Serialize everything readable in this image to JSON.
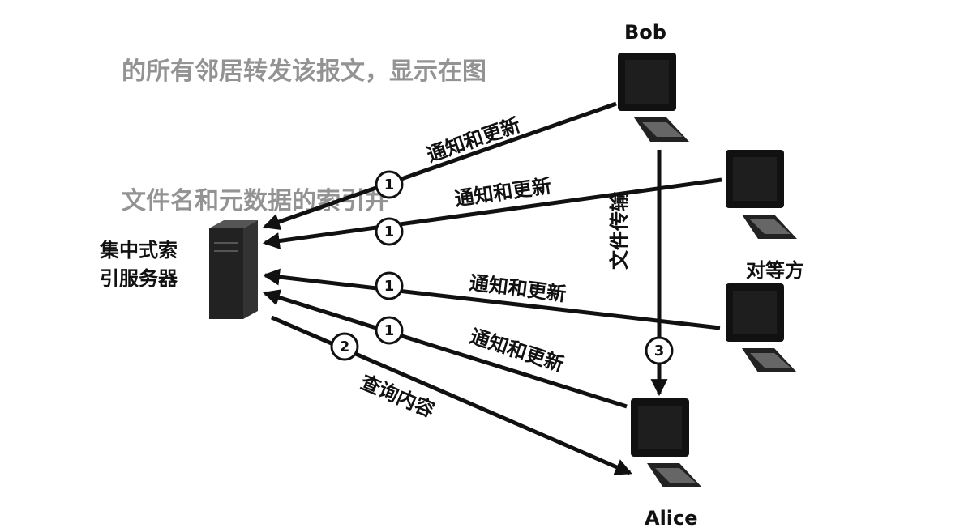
{
  "nodes": {
    "server": {
      "label_line1": "集中式索",
      "label_line2": "引服务器"
    },
    "bob": {
      "label": "Bob"
    },
    "peers": {
      "label": "对等方"
    },
    "alice": {
      "label": "Alice"
    }
  },
  "edges": {
    "notify_label": "通知和更新",
    "query_label": "查询内容",
    "transfer_label": "文件传输",
    "step_notify": "1",
    "step_query": "2",
    "step_transfer": "3"
  },
  "background_text": [
    "的所有邻居转发该报文，显示在图",
    "文件名和元数据的索引并"
  ],
  "colors": {
    "ink": "#111111",
    "monitor": "#111111",
    "server": "#222222",
    "background_text": "#9a9a9a"
  }
}
